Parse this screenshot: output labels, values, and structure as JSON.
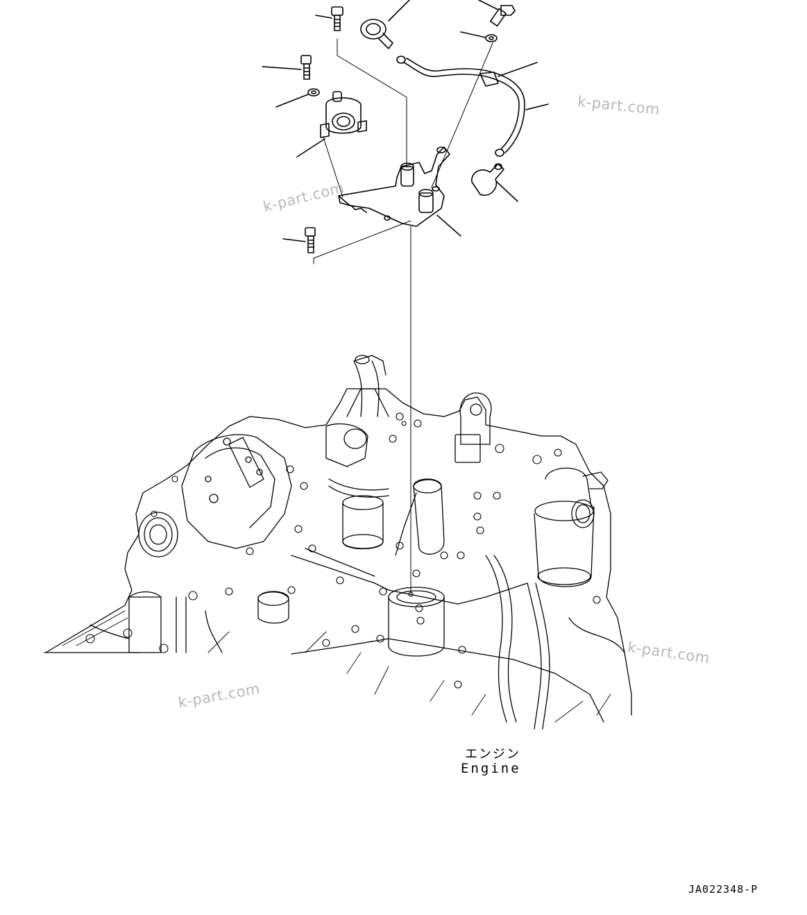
{
  "engine_label": {
    "jp": "エンジン",
    "en": "Engine"
  },
  "drawing_code": "JA022348-P",
  "watermarks": [
    "k-part.com",
    "k-part.com",
    "k-part.com",
    "k-part.com"
  ],
  "colors": {
    "line": "#000000",
    "watermark": "#b8b8b8",
    "background": "#ffffff"
  }
}
